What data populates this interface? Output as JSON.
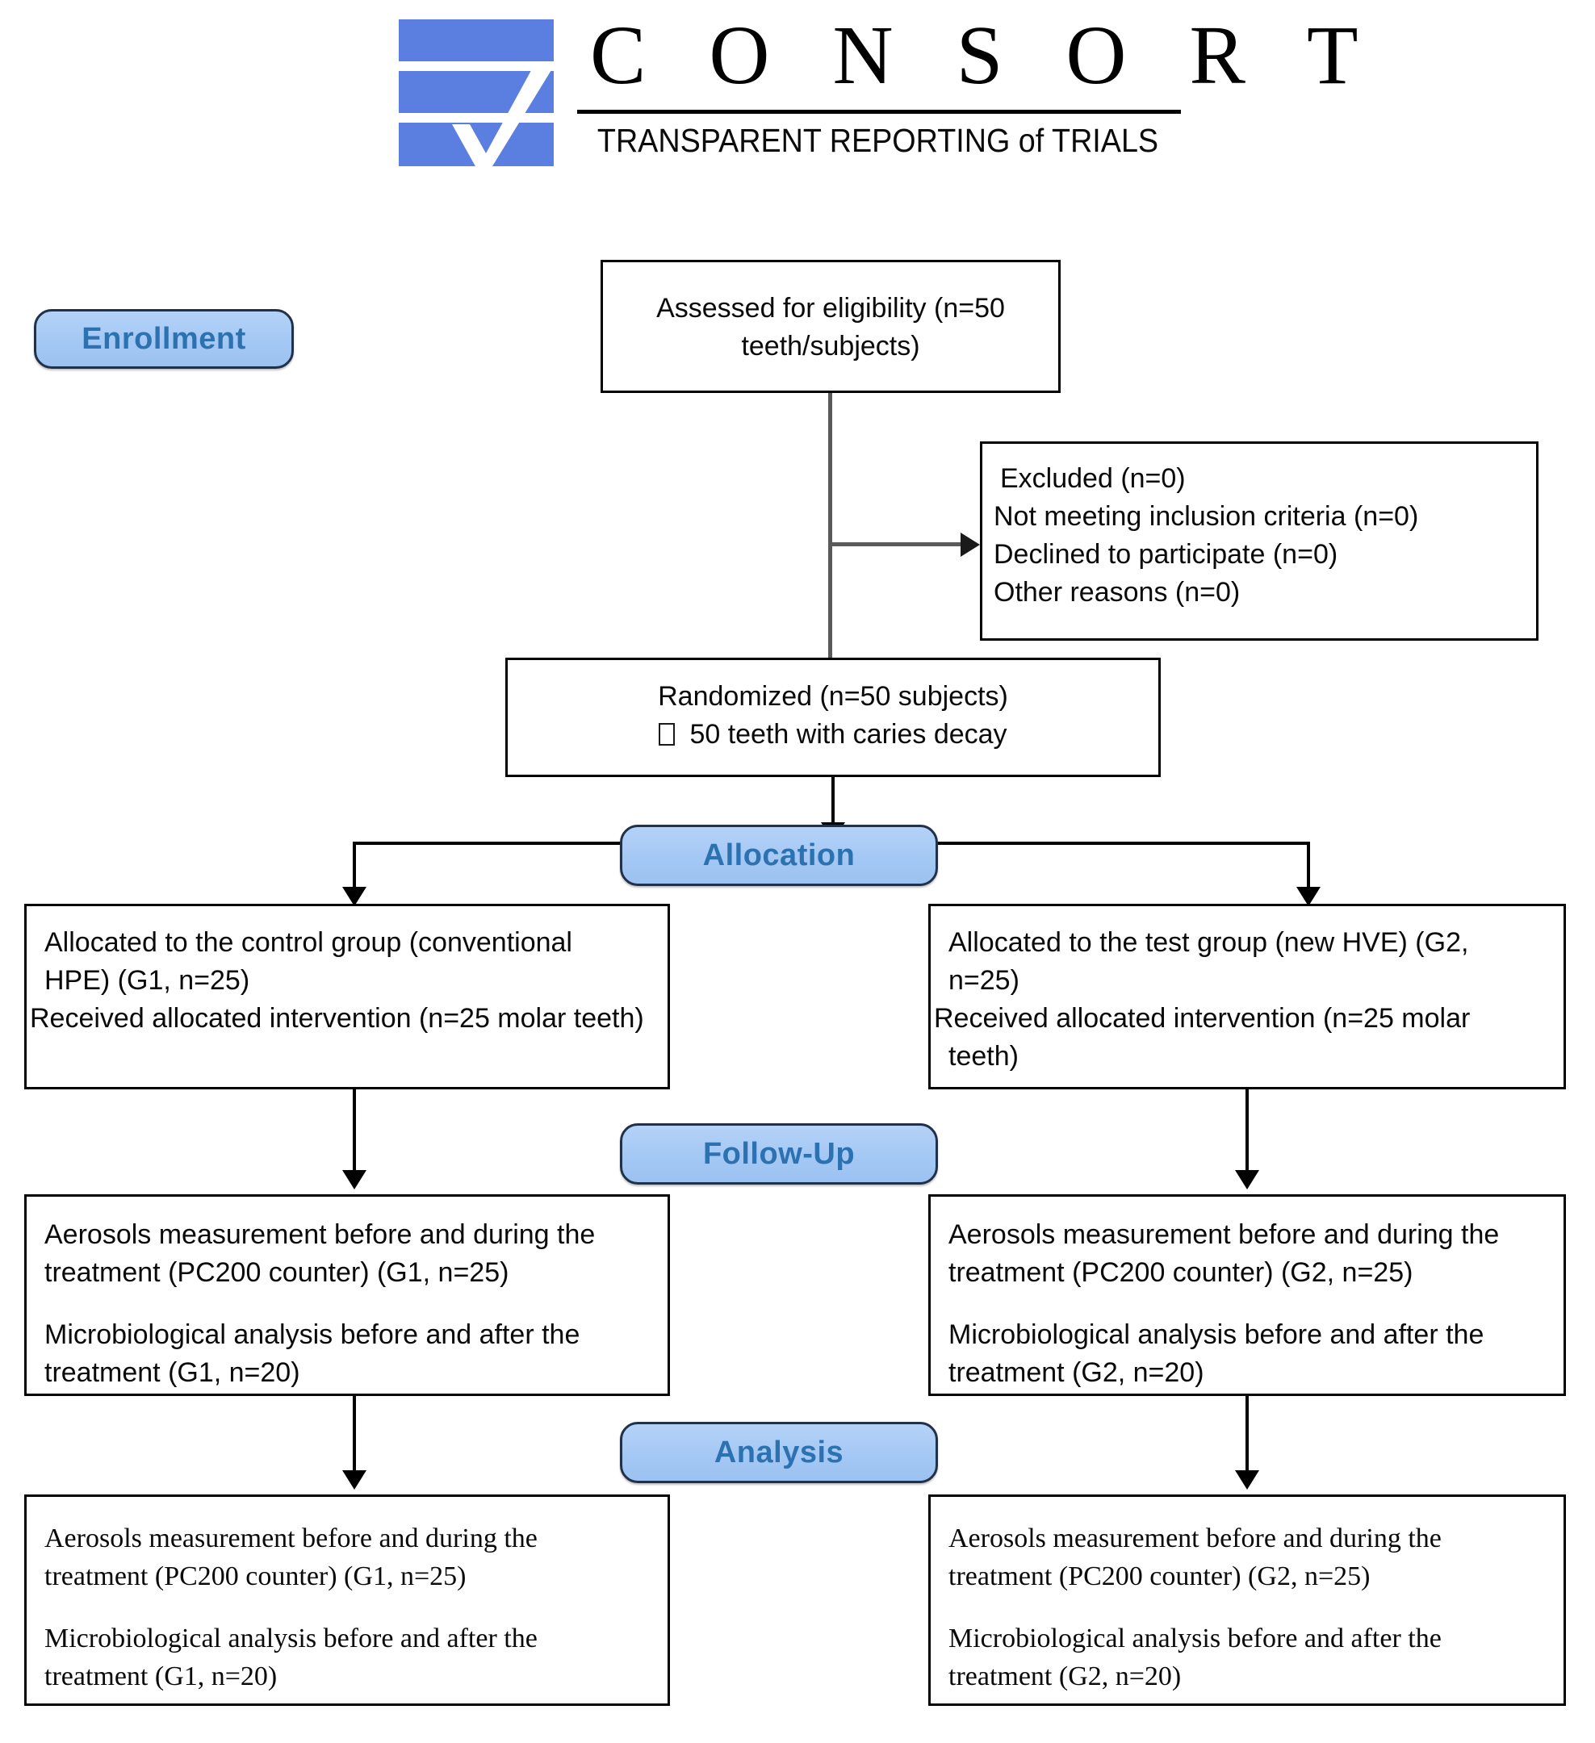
{
  "logo": {
    "wordmark": "C O N S O R T",
    "tagline": "TRANSPARENT REPORTING of TRIALS",
    "mark_name": "consort-checkmark-logo",
    "colors": {
      "bar_blue": "#5b7fe0",
      "check_white": "#ffffff"
    }
  },
  "colors": {
    "badge_fill": "#a4c8f4",
    "badge_border": "#21314a",
    "badge_text": "#2d72b0",
    "box_border": "#000000",
    "box_fill": "#ffffff",
    "connector": "#000000",
    "connector_gray": "#5a5a5a"
  },
  "stages": {
    "enrollment": "Enrollment",
    "allocation": "Allocation",
    "followup": "Follow-Up",
    "analysis": "Analysis"
  },
  "boxes": {
    "eligibility": {
      "line1": "Assessed for eligibility (n=50",
      "line2": "teeth/subjects)"
    },
    "excluded": {
      "heading": "Excluded  (n=0)",
      "items": [
        "Not meeting inclusion criteria (n=0)",
        "Declined to participate (n=0)",
        "Other reasons (n=0)"
      ]
    },
    "randomized": {
      "heading": "Randomized (n=50 subjects)",
      "item": "50 teeth with caries decay"
    },
    "alloc_left": {
      "line1": "Allocated to the control group (conventional",
      "line2": "HPE) (G1, n=25)",
      "item": "Received allocated intervention (n=25 molar teeth)"
    },
    "alloc_right": {
      "line1": "Allocated to the test group (new HVE) (G2,",
      "line2": "n=25)",
      "item": "Received allocated intervention (n=25 molar teeth)"
    },
    "followup_left": {
      "para1_line1": "Aerosols measurement before and during the",
      "para1_line2": "treatment (PC200 counter) (G1, n=25)",
      "para2_line1": "Microbiological analysis before and after the",
      "para2_line2": "treatment (G1, n=20)"
    },
    "followup_right": {
      "para1_line1": "Aerosols measurement before and during the",
      "para1_line2": "treatment (PC200 counter) (G2, n=25)",
      "para2_line1": "Microbiological analysis before and after the",
      "para2_line2": "treatment (G2, n=20)"
    },
    "analysis_left": {
      "para1_line1": "Aerosols measurement before and during the",
      "para1_line2": "treatment (PC200 counter) (G1, n=25)",
      "para2_line1": "Microbiological analysis before and after the",
      "para2_line2": "treatment (G1, n=20)"
    },
    "analysis_right": {
      "para1_line1": "Aerosols measurement before and during the",
      "para1_line2": "treatment (PC200 counter) (G2, n=25)",
      "para2_line1": "Microbiological analysis before and after the",
      "para2_line2": "treatment (G2, n=20)"
    }
  }
}
